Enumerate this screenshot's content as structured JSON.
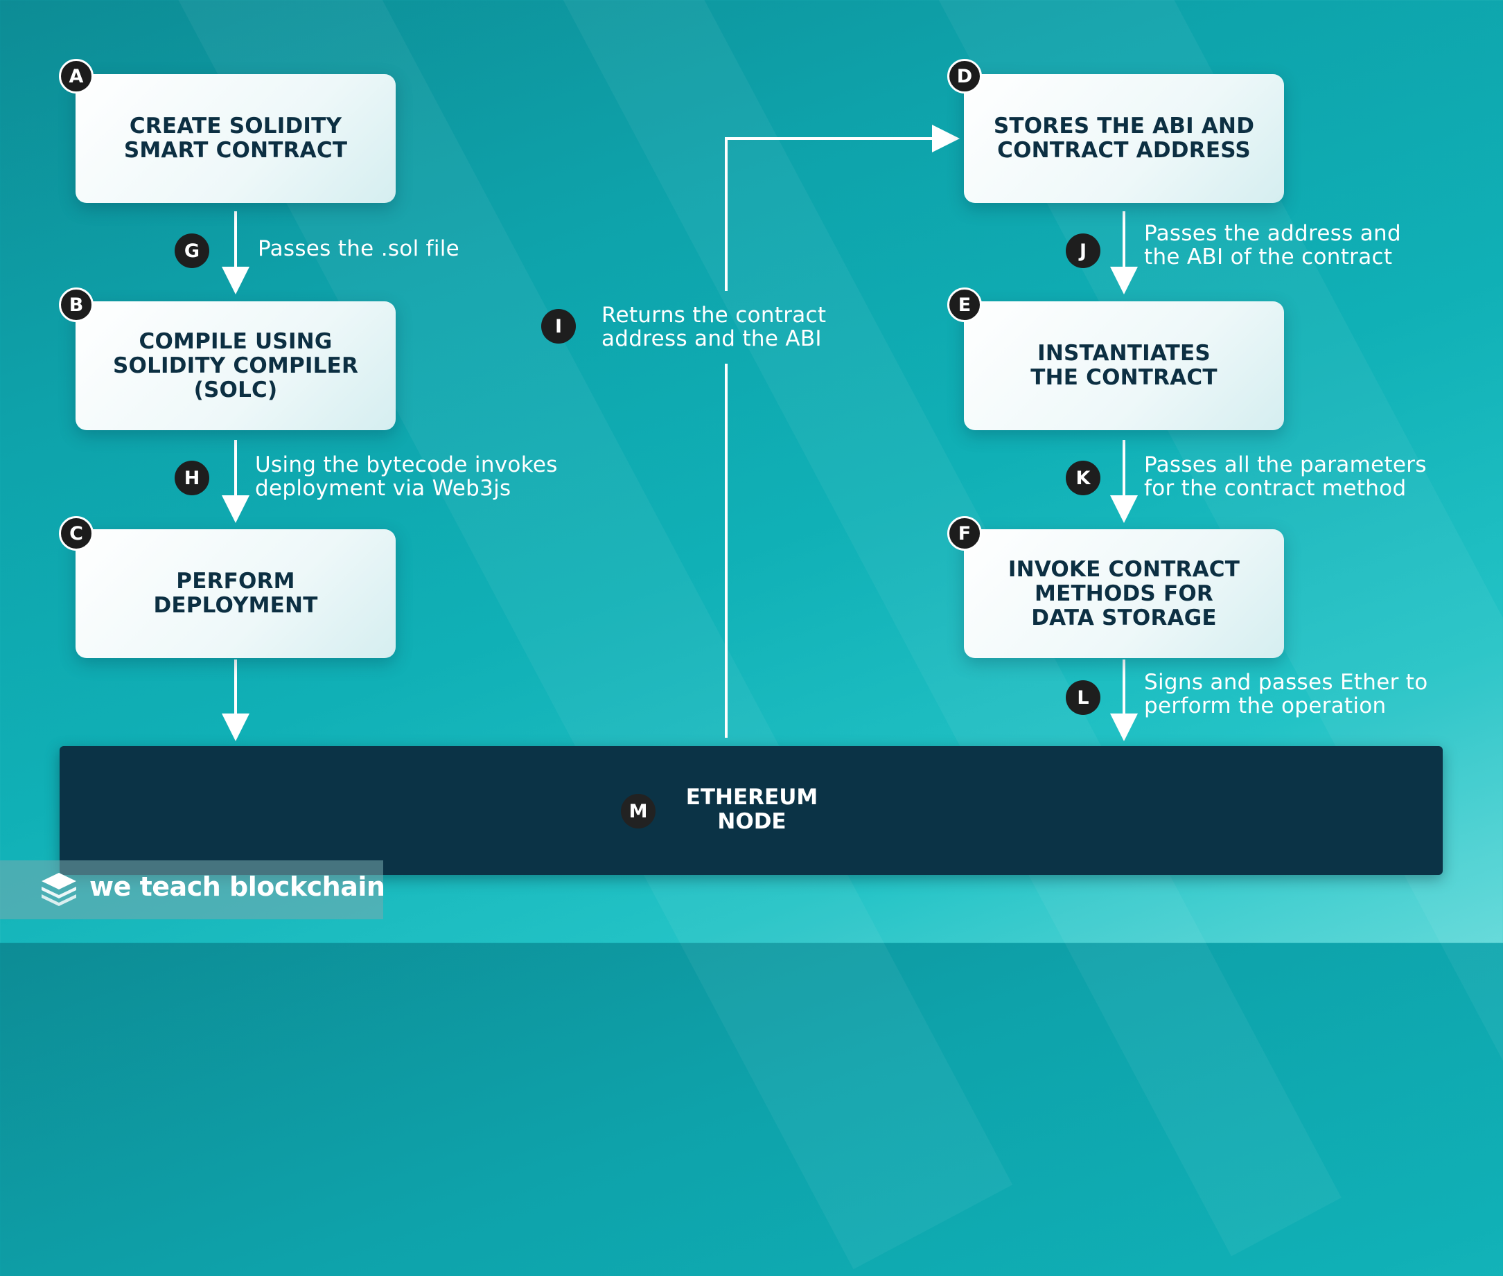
{
  "steps": {
    "a": {
      "letter": "A",
      "label": "CREATE SOLIDITY\nSMART CONTRACT"
    },
    "b": {
      "letter": "B",
      "label": "COMPILE USING\nSOLIDITY COMPILER\n(SOLC)"
    },
    "c": {
      "letter": "C",
      "label": "PERFORM\nDEPLOYMENT"
    },
    "d": {
      "letter": "D",
      "label": "STORES THE ABI AND\nCONTRACT ADDRESS"
    },
    "e": {
      "letter": "E",
      "label": "INSTANTIATES\nTHE CONTRACT"
    },
    "f": {
      "letter": "F",
      "label": "INVOKE CONTRACT\nMETHODS FOR\nDATA STORAGE"
    }
  },
  "edges": {
    "g": {
      "letter": "G",
      "label": "Passes the .sol file"
    },
    "h": {
      "letter": "H",
      "label": "Using the bytecode invokes\ndeployment via Web3js"
    },
    "i": {
      "letter": "I",
      "label": "Returns the contract\naddress and the ABI"
    },
    "j": {
      "letter": "J",
      "label": "Passes the address and\nthe ABI of the contract"
    },
    "k": {
      "letter": "K",
      "label": "Passes all the parameters\nfor the contract method"
    },
    "l": {
      "letter": "L",
      "label": "Signs and passes Ether to\nperform the operation"
    }
  },
  "node": {
    "letter": "M",
    "label": "ETHEREUM\nNODE"
  },
  "brand": {
    "name": "we teach blockchain",
    "icon": "stacked-layers-icon"
  },
  "colors": {
    "background": "#10b0b6",
    "box": "#ffffff",
    "box_text": "#0c2f42",
    "node": "#0b3346",
    "badge": "#1c1c1c"
  }
}
